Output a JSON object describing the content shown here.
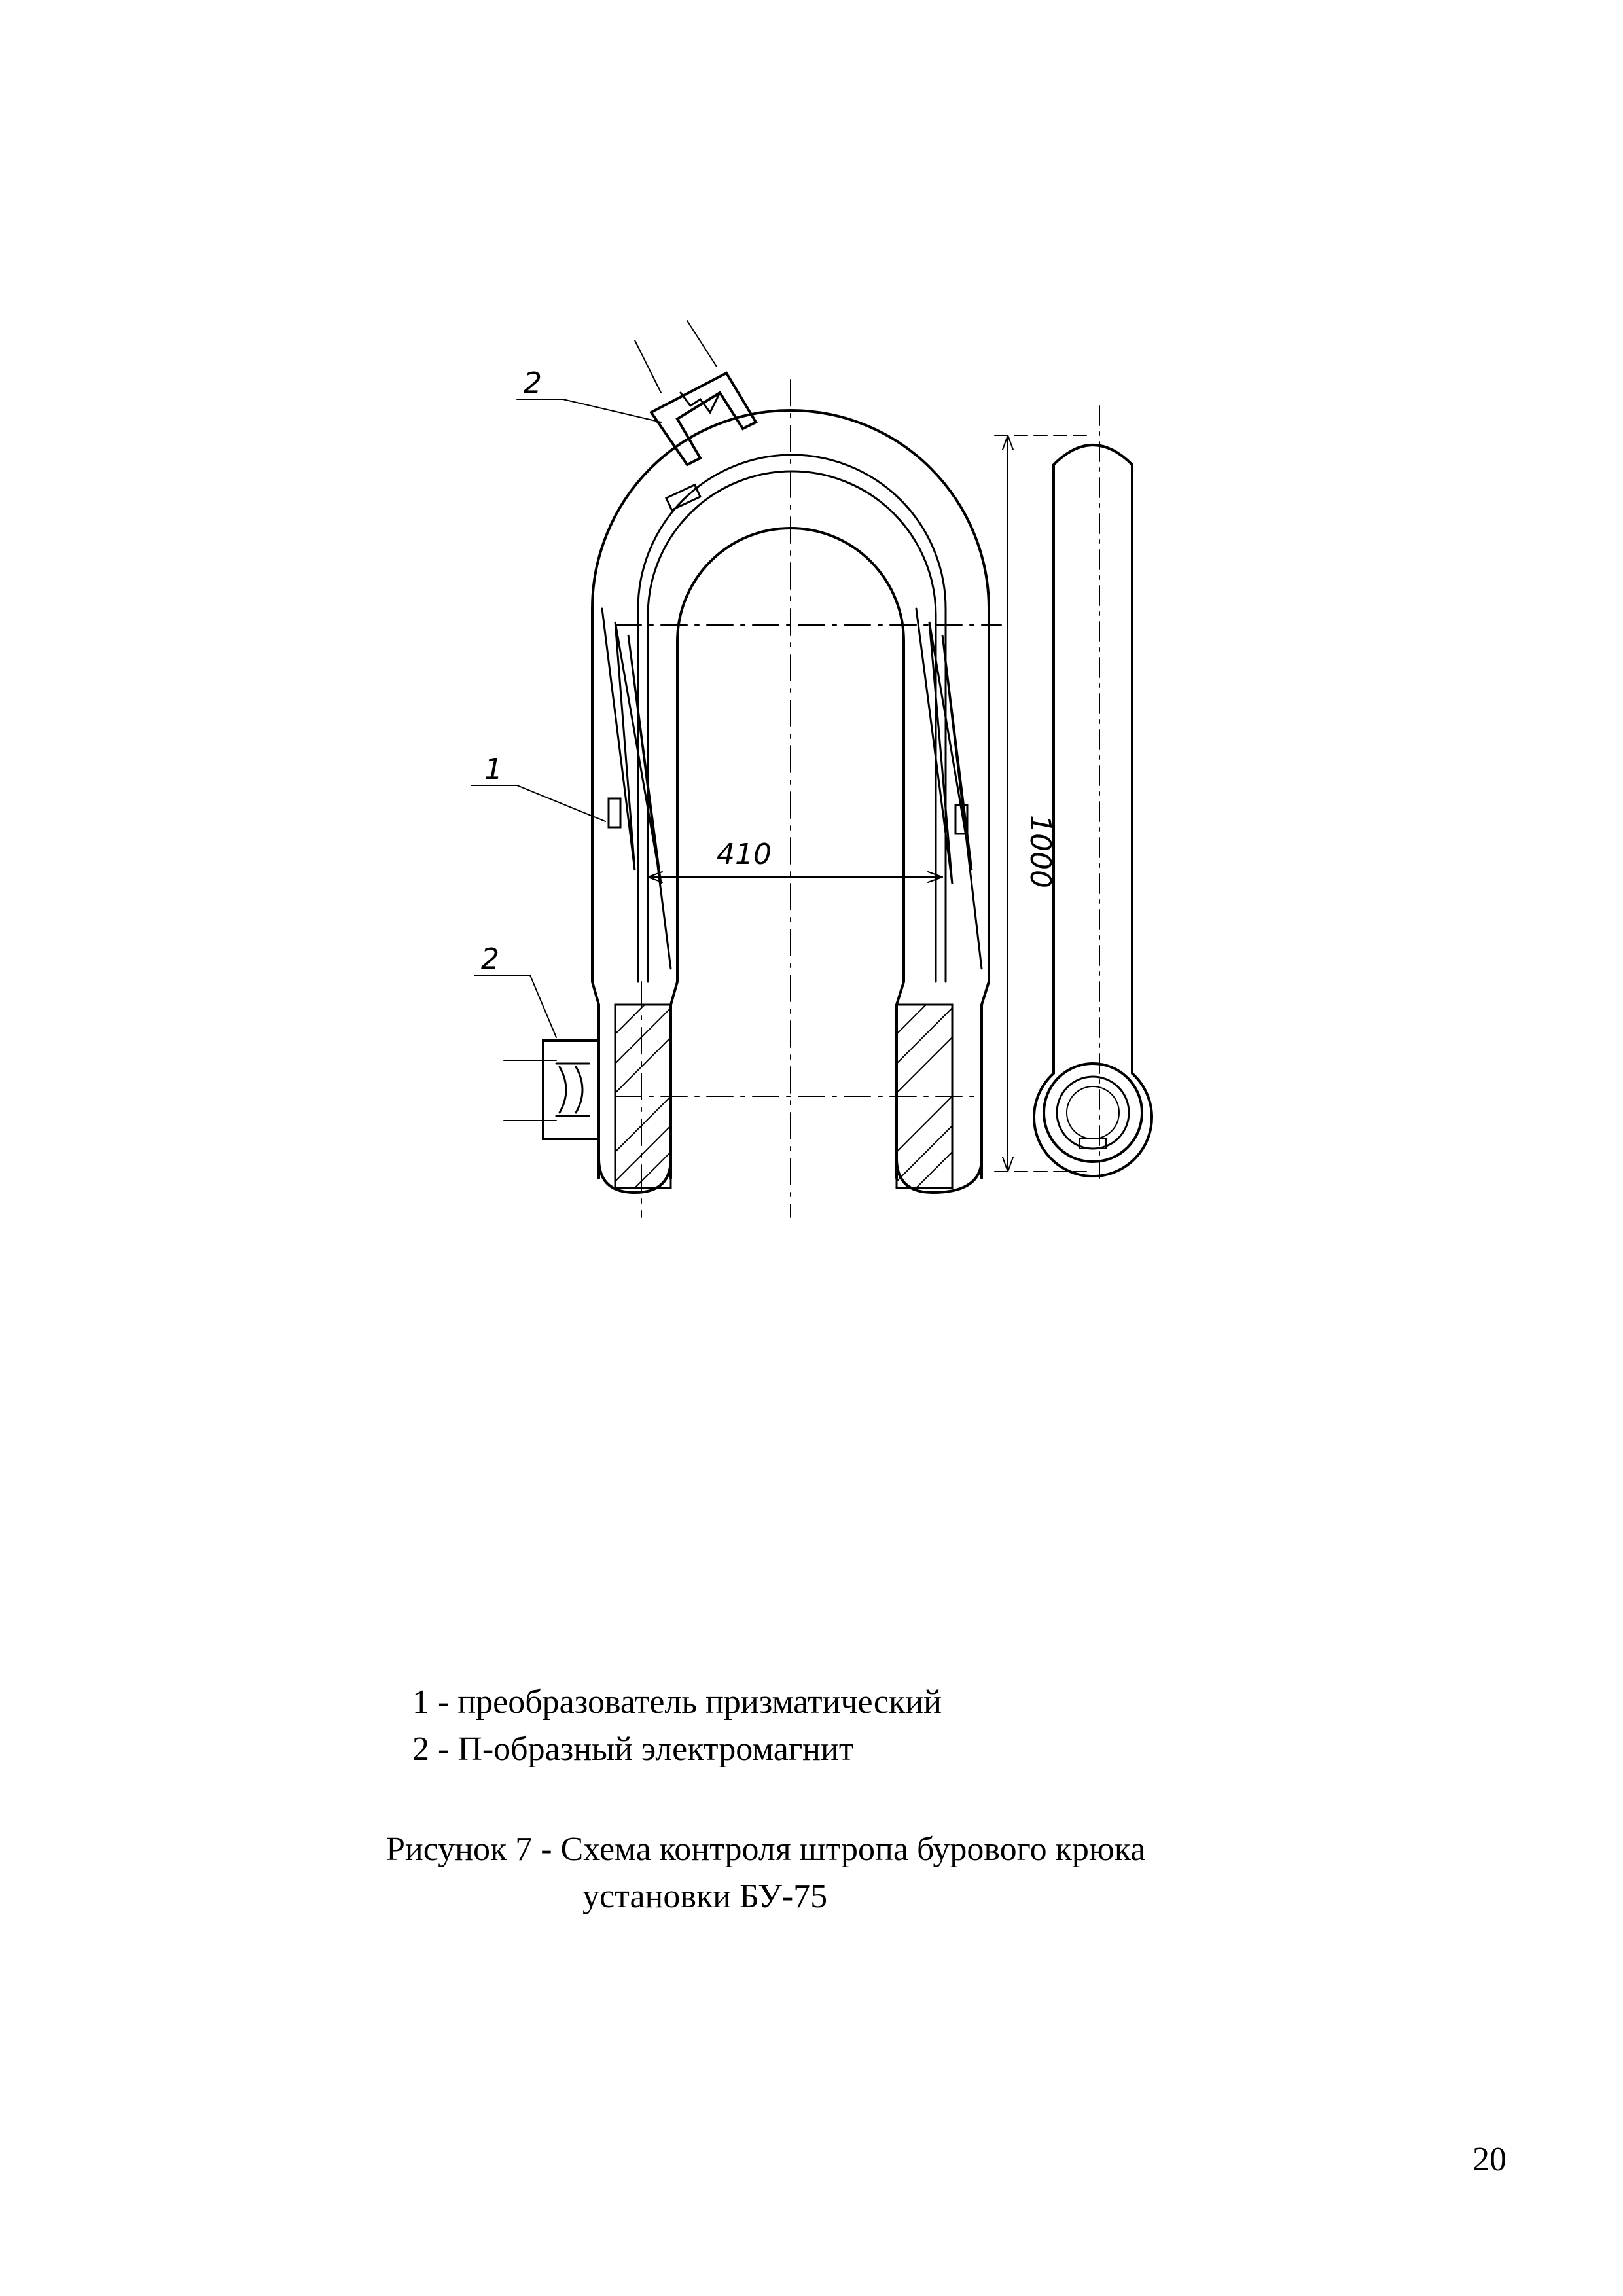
{
  "figure": {
    "dimension_width": "410",
    "dimension_height": "1000",
    "callout_1": "1",
    "callout_2_top": "2",
    "callout_2_bottom": "2"
  },
  "legend": [
    "1 - преобразователь призматический",
    "2 - П-образный электромагнит"
  ],
  "caption": {
    "line1": "Рисунок 7 - Схема контроля штропа  бурового крюка",
    "line2": "установки БУ-75"
  },
  "page_number": "20"
}
